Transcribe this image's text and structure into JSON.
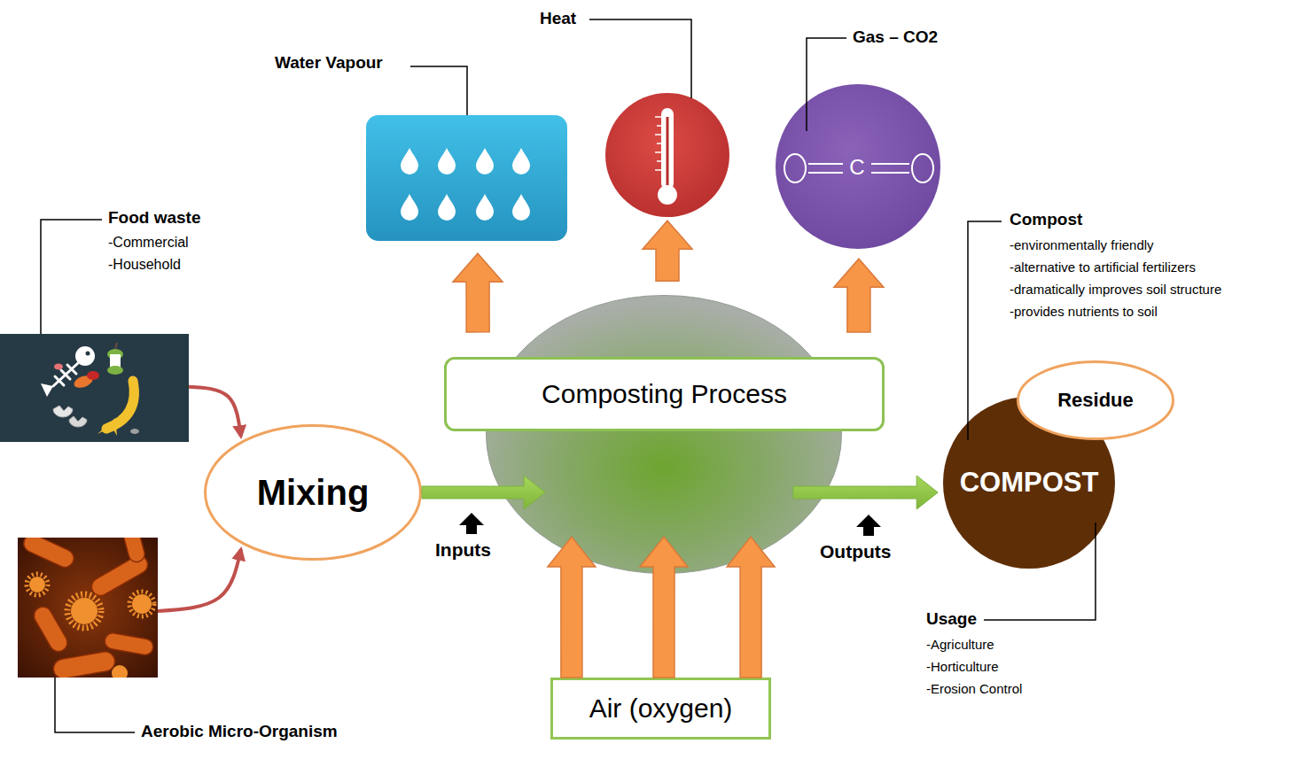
{
  "diagram": {
    "nodes": [
      {
        "text": [
          "Water Vapour"
        ]
      },
      {
        "text": [
          "Heat"
        ]
      },
      {
        "text": [
          "Gas – CO2"
        ]
      },
      {
        "text": [
          "Food waste",
          "-Commercial",
          "-Household"
        ]
      },
      {
        "text": [
          "Mixing"
        ]
      },
      {
        "text": [
          "Composting Process"
        ]
      },
      {
        "text": [
          "COMPOST",
          "Compost",
          "-environmentally friendly",
          "-alternative to artificial fertilizers",
          "-dramatically improves soil structure",
          "-provides nutrients to soil",
          "Usage",
          "-Agriculture",
          "-Horticulture",
          "-Erosion Control"
        ]
      },
      {
        "text": [
          "Residue"
        ]
      },
      {
        "text": [
          "Aerobic Micro-Organism"
        ]
      },
      {
        "text": [
          "Air (oxygen)"
        ]
      }
    ],
    "edges": [
      {
        "from": 3,
        "to": 4,
        "arrow": "to"
      },
      {
        "from": 8,
        "to": 4,
        "arrow": "to"
      },
      {
        "from": 4,
        "to": 5,
        "arrow": "to"
      },
      {
        "from": 9,
        "to": 5,
        "arrow": "to"
      },
      {
        "from": 9,
        "to": 5,
        "arrow": "to"
      },
      {
        "from": 9,
        "to": 5,
        "arrow": "to"
      },
      {
        "from": 5,
        "to": 0,
        "arrow": "to"
      },
      {
        "from": 5,
        "to": 1,
        "arrow": "to"
      },
      {
        "from": 5,
        "to": 2,
        "arrow": "to"
      },
      {
        "from": 5,
        "to": 6,
        "arrow": "to"
      }
    ],
    "labels": [
      "Inputs",
      "Outputs",
      "C"
    ]
  }
}
